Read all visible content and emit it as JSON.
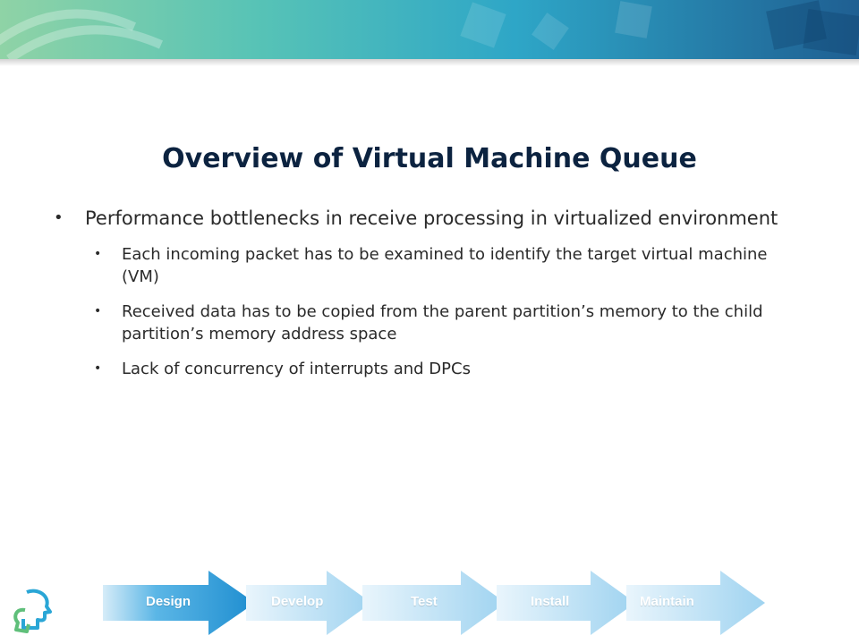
{
  "slide": {
    "title": "Overview of Virtual Machine Queue",
    "bullet": "Performance bottlenecks in receive processing in virtualized environment",
    "sub_bullets": [
      "Each incoming packet has to be examined to identify the target virtual machine (VM)",
      "Received data has to be copied from the parent partition’s memory to the child partition’s memory address space",
      "Lack of concurrency of interrupts and DPCs"
    ]
  },
  "pipeline": {
    "steps": [
      "Design",
      "Develop",
      "Test",
      "Install",
      "Maintain"
    ],
    "active_step": "Design",
    "active_color": "#2f9bd8",
    "inactive_color": "#a8d7f2"
  },
  "logo": {
    "icon": "head-profile-logo-icon",
    "colors": [
      "#2aa6d6",
      "#5fbf7a"
    ]
  },
  "banner": {
    "colors": [
      "#8fd3a6",
      "#57c3b6",
      "#2ea6c7",
      "#1f5f92"
    ]
  }
}
